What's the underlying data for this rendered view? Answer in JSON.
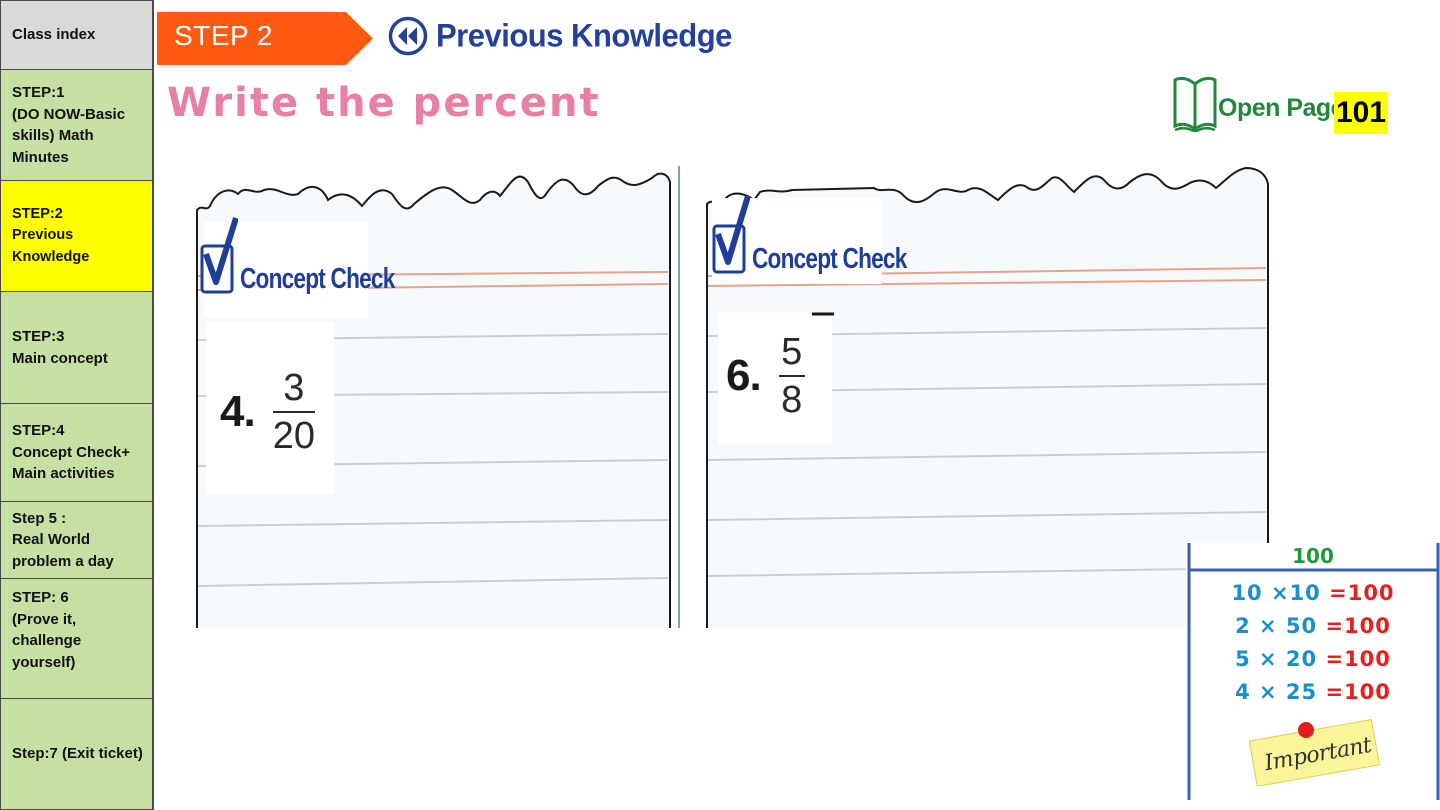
{
  "sidebar": {
    "items": [
      {
        "label": "Class index"
      },
      {
        "label": "STEP:1\n(DO NOW-Basic skills) Math Minutes"
      },
      {
        "label": "STEP:2\nPrevious Knowledge"
      },
      {
        "label": "STEP:3\nMain concept"
      },
      {
        "label": "STEP:4\nConcept Check+ Main activities"
      },
      {
        "label": "Step 5 :\nReal World problem a day"
      },
      {
        "label": "STEP: 6\n(Prove it, challenge yourself)"
      },
      {
        "label": "Step:7 (Exit ticket)"
      }
    ],
    "active_index": 2
  },
  "header": {
    "step_label": "STEP 2",
    "section_title": "Previous Knowledge",
    "page_title": "Write the percent",
    "open_page_label": "Open Page",
    "page_number": "101"
  },
  "panels": [
    {
      "concept_label": "Concept Check",
      "problem_number": "4.",
      "numerator": "3",
      "denominator": "20"
    },
    {
      "concept_label": "Concept Check",
      "problem_number": "6.",
      "numerator": "5",
      "denominator": "8"
    }
  ],
  "helper": {
    "title": "100",
    "equations": [
      {
        "factors": "10 ×10",
        "result": "=100"
      },
      {
        "factors": "2 × 50",
        "result": "=100"
      },
      {
        "factors": "5 × 20",
        "result": "=100"
      },
      {
        "factors": "4 × 25",
        "result": "=100"
      }
    ],
    "sticky_note": "Important"
  },
  "colors": {
    "sidebar_bg": "#c6e0a4",
    "sidebar_active_bg": "#ffff00",
    "step_banner": "#ff5a10",
    "header_blue": "#23409a",
    "title_pink": "#e880a6",
    "book_green": "#22863c"
  }
}
